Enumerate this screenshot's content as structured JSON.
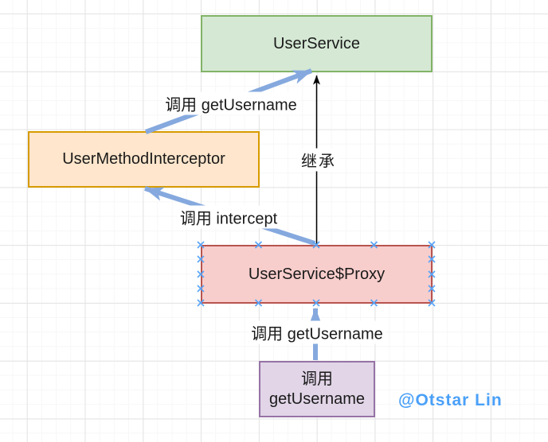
{
  "diagram": {
    "nodes": {
      "user_service": {
        "label": "UserService",
        "fill": "#d5e8d4",
        "border": "#82b366"
      },
      "user_method_interceptor": {
        "label": "UserMethodInterceptor",
        "fill": "#ffe6cc",
        "border": "#d79b00"
      },
      "user_service_proxy": {
        "label": "UserService$Proxy",
        "fill": "#f8cecc",
        "border": "#b85450",
        "selected": true
      },
      "call_get_username_node": {
        "lines": [
          "调用",
          "getUsername"
        ],
        "fill": "#e1d5e7",
        "border": "#9673a6"
      }
    },
    "edges": {
      "call_get_username_top": {
        "label": "调用 getUsername",
        "color": "#85a9de",
        "from": "UserMethodInterceptor",
        "to": "UserService"
      },
      "inherit": {
        "label": "继承",
        "color": "#000000",
        "from": "UserService$Proxy",
        "to": "UserService"
      },
      "call_intercept": {
        "label": "调用 intercept",
        "color": "#85a9de",
        "from": "UserService$Proxy",
        "to": "UserMethodInterceptor"
      },
      "call_get_username_bottom": {
        "label": "调用 getUsername",
        "color": "#85a9de",
        "from": "调用 getUsername",
        "to": "UserService$Proxy"
      }
    },
    "selection": {
      "handle_color": "#55a2f7",
      "handle_glyph": "x"
    },
    "watermark": {
      "text": "@Otstar Lin",
      "color": "#4aa0f8"
    }
  }
}
